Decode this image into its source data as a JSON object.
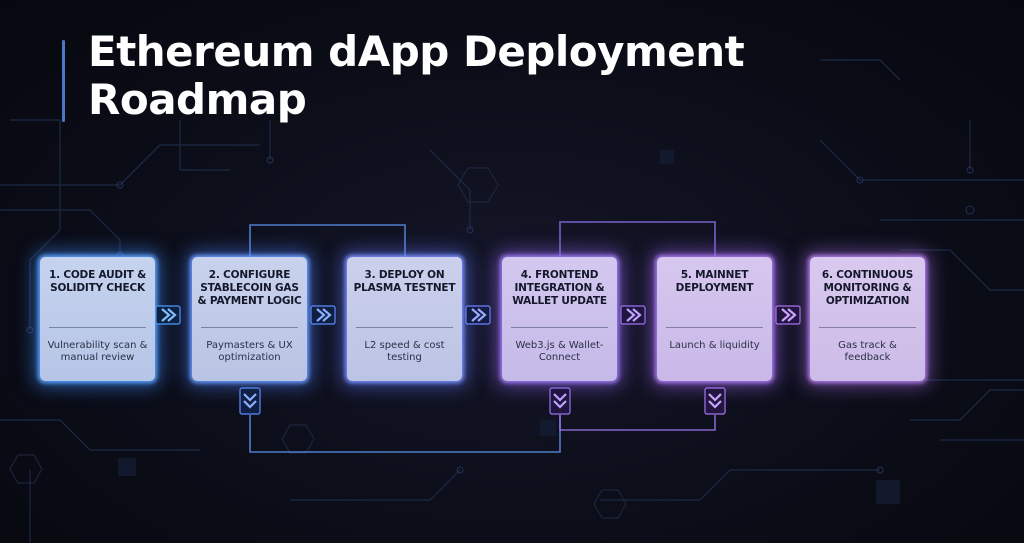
{
  "title": "Ethereum dApp Deployment Roadmap",
  "colors": {
    "accent_blue": "#4a9cff",
    "accent_purple": "#a070f0",
    "background": "#0b0d18"
  },
  "steps": [
    {
      "title": "1. CODE AUDIT & SOLIDITY CHECK",
      "desc": "Vulnerability scan & manual review"
    },
    {
      "title": "2. CONFIGURE STABLECOIN GAS & PAYMENT LOGIC",
      "desc": "Paymasters & UX optimization"
    },
    {
      "title": "3. DEPLOY ON PLASMA TESTNET",
      "desc": "L2 speed & cost testing"
    },
    {
      "title": "4. FRONTEND INTEGRATION & WALLET UPDATE",
      "desc": "Web3.js & Wallet-Connect"
    },
    {
      "title": "5. MAINNET DEPLOYMENT",
      "desc": "Launch & liquidity"
    },
    {
      "title": "6. CONTINUOUS MONITORING & OPTIMIZATION",
      "desc": "Gas track & feedback"
    }
  ],
  "icons": {
    "arrow_right": "chevron-right-icon",
    "arrow_down": "chevron-down-icon"
  }
}
